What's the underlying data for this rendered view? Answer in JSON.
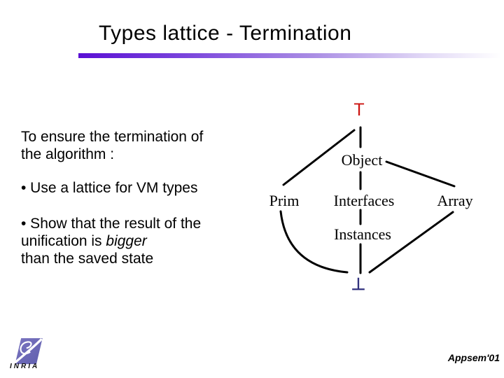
{
  "slide": {
    "title": "Types lattice - Termination",
    "footer_right": "Appsem'01",
    "logo_text": "INRIA"
  },
  "content": {
    "intro_line1": "To ensure the termination of",
    "intro_line2": "the algorithm :",
    "bullet1": "• Use a lattice for VM types",
    "bullet2_line1": "• Show that the result of the",
    "bullet2_line2_pre": "unification is ",
    "bullet2_line2_em": "bigger",
    "bullet2_line3": "than the saved state"
  },
  "diagram": {
    "nodes": [
      {
        "id": "top",
        "label": "T"
      },
      {
        "id": "object",
        "label": "Object"
      },
      {
        "id": "prim",
        "label": "Prim"
      },
      {
        "id": "interfaces",
        "label": "Interfaces"
      },
      {
        "id": "array",
        "label": "Array"
      },
      {
        "id": "instances",
        "label": "Instances"
      },
      {
        "id": "bottom",
        "label": "⊥"
      }
    ],
    "edges": [
      "top-prim",
      "top-object",
      "object-interfaces",
      "object-array",
      "interfaces-instances",
      "instances-bottom",
      "array-bottom",
      "prim-bottom"
    ]
  },
  "colors": {
    "top_symbol": "#cc1512",
    "bottom_symbol": "#32327e",
    "bar_accent": "#5a0fd4",
    "logo_fill": "#6d6ab4"
  }
}
